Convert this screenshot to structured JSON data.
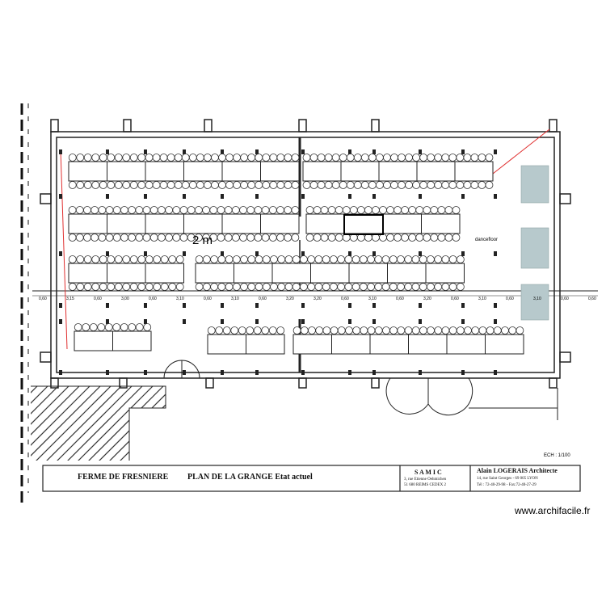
{
  "plan": {
    "scale_label": "2 m",
    "dancefloor_label": "dancefloor",
    "scale_ratio": "ECH : 1/100",
    "dimension_labels": [
      "0,60",
      "3,15",
      "0,60",
      "3,00",
      "0,60",
      "3,10",
      "0,60",
      "3,10",
      "0,60",
      "3,20",
      "3,20",
      "0,60",
      "3,10",
      "0,60",
      "3,20",
      "0,60",
      "3,10",
      "0,60",
      "3,10",
      "0,60",
      "0,60"
    ],
    "accent_colors": {
      "wall": "#222222",
      "chair": "#333333",
      "panel": "#b7c9cc",
      "guide_line": "#e03030"
    }
  },
  "title_block": {
    "project": "FERME DE FRESNIERE",
    "plan_title": "PLAN DE LA GRANGE  Etat actuel",
    "company": "S A M I C",
    "company_address_1": "3, rue Etienne Oehmichen",
    "company_address_2": "51 680 REIMS CEDEX 2",
    "architect": "Alain LOGERAIS Architecte",
    "architect_address": "14, rue Saint Georges  -  69 005 LYON",
    "architect_phone": "Tél : 72-40-29-98   -   Fax:72-40-27-29"
  },
  "watermark": "www.archifacile.fr"
}
